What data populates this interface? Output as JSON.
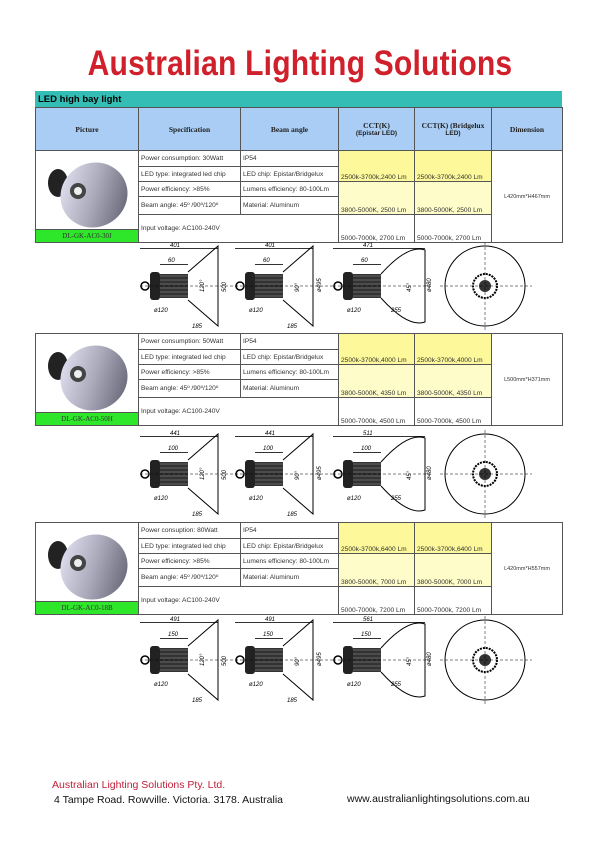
{
  "title": "Australian Lighting Solutions",
  "section": "LED high bay light",
  "headers": {
    "picture": "Picture",
    "spec": "Specification",
    "beam": "Beam angle",
    "cct1": "CCT(K)",
    "cct1_sub": "(Epistar LED)",
    "cct2": "CCT(K)  (Bridgelux",
    "cct2_sub": "LED)",
    "dimension": "Dimension"
  },
  "products": [
    {
      "code": "DL-GK-AC0-30J",
      "power": "Power consumption: 30Watt",
      "ip": "IP54",
      "led_type": "LED type: integrated led chip",
      "chip": "LED chip: Epistar/Bridgelux",
      "eff": "Power efficiency: >85%",
      "lumeff": "Lumens efficiency: 80-100Lm",
      "beam": "Beam angle: 45º /90º/120º",
      "material": "Material: Aluminum",
      "voltage": "Input voltage: AC100-240V",
      "cct": [
        "2500k-3700k,2400 Lm",
        "3800-5000K, 2500 Lm",
        "5000-7000k, 2700 Lm"
      ],
      "cct2": [
        "2500k-3700k,2400 Lm",
        "3800-5000K, 2500 Lm",
        "5000-7000k, 2700 Lm"
      ],
      "dimension": "L420mm*H467mm",
      "drawing": {
        "w1": "401",
        "w3": "471",
        "mid": "60",
        "base": "ø120",
        "r": "185",
        "h1": "500",
        "h2": "ø495",
        "h3": "ø480",
        "r3": "255",
        "a1": "120°",
        "a2": "90°",
        "a3": "45°"
      }
    },
    {
      "code": "DL-GK-AC0-50H",
      "power": "Power consumption: 50Watt",
      "ip": "IP54",
      "led_type": "LED type: integrated led chip",
      "chip": "LED chip: Epistar/Bridgelux",
      "eff": "Power efficiency: >85%",
      "lumeff": "Lumens efficiency: 80-100Lm",
      "beam": "Beam angle: 45º /90º/120º",
      "material": "Material: Aluminum",
      "voltage": "Input voltage: AC100-240V",
      "cct": [
        "2500k-3700k,4000 Lm",
        "3800-5000K, 4350 Lm",
        "5000-7000k, 4500 Lm"
      ],
      "cct2": [
        "2500k-3700k,4000 Lm",
        "3800-5000K, 4350 Lm",
        "5000-7000k, 4500 Lm"
      ],
      "dimension": "L500mm*H371mm",
      "drawing": {
        "w1": "441",
        "w3": "511",
        "mid": "100",
        "base": "ø120",
        "r": "185",
        "h1": "500",
        "h2": "ø495",
        "h3": "ø480",
        "r3": "255",
        "a1": "120°",
        "a2": "90°",
        "a3": "45°"
      }
    },
    {
      "code": "DL-GK-AC0-18B",
      "power": "Power consuption: 80Watt",
      "ip": "IP54",
      "led_type": "LED type: integrated led chip",
      "chip": "LED chip: Epistar/Bridgelux",
      "eff": "Power efficiency: >85%",
      "lumeff": "Lumens efficiency: 80-100Lm",
      "beam": "Beam angle: 45º /90º/120º",
      "material": "Material: Aluminum",
      "voltage": "Input voltage: AC100-240V",
      "cct": [
        "2500k-3700k,6400 Lm",
        "3800-5000K, 7000 Lm",
        "5000-7000k, 7200 Lm"
      ],
      "cct2": [
        "2500k-3700k,6400 Lm",
        "3800-5000K, 7000 Lm",
        "5000-7000k, 7200 Lm"
      ],
      "dimension": "L420mm*H557mm",
      "drawing": {
        "w1": "491",
        "w3": "561",
        "mid": "150",
        "base": "ø120",
        "r": "185",
        "h1": "500",
        "h2": "ø495",
        "h3": "ø480",
        "r3": "255",
        "a1": "120°",
        "a2": "90°",
        "a3": "45°"
      }
    }
  ],
  "footer": {
    "company": "Australian Lighting Solutions Pty. Ltd.",
    "address": "4 Tampe  Road. Rowville. Victoria.  3178. Australia",
    "website": "www.australianlightingsolutions.com.au"
  }
}
